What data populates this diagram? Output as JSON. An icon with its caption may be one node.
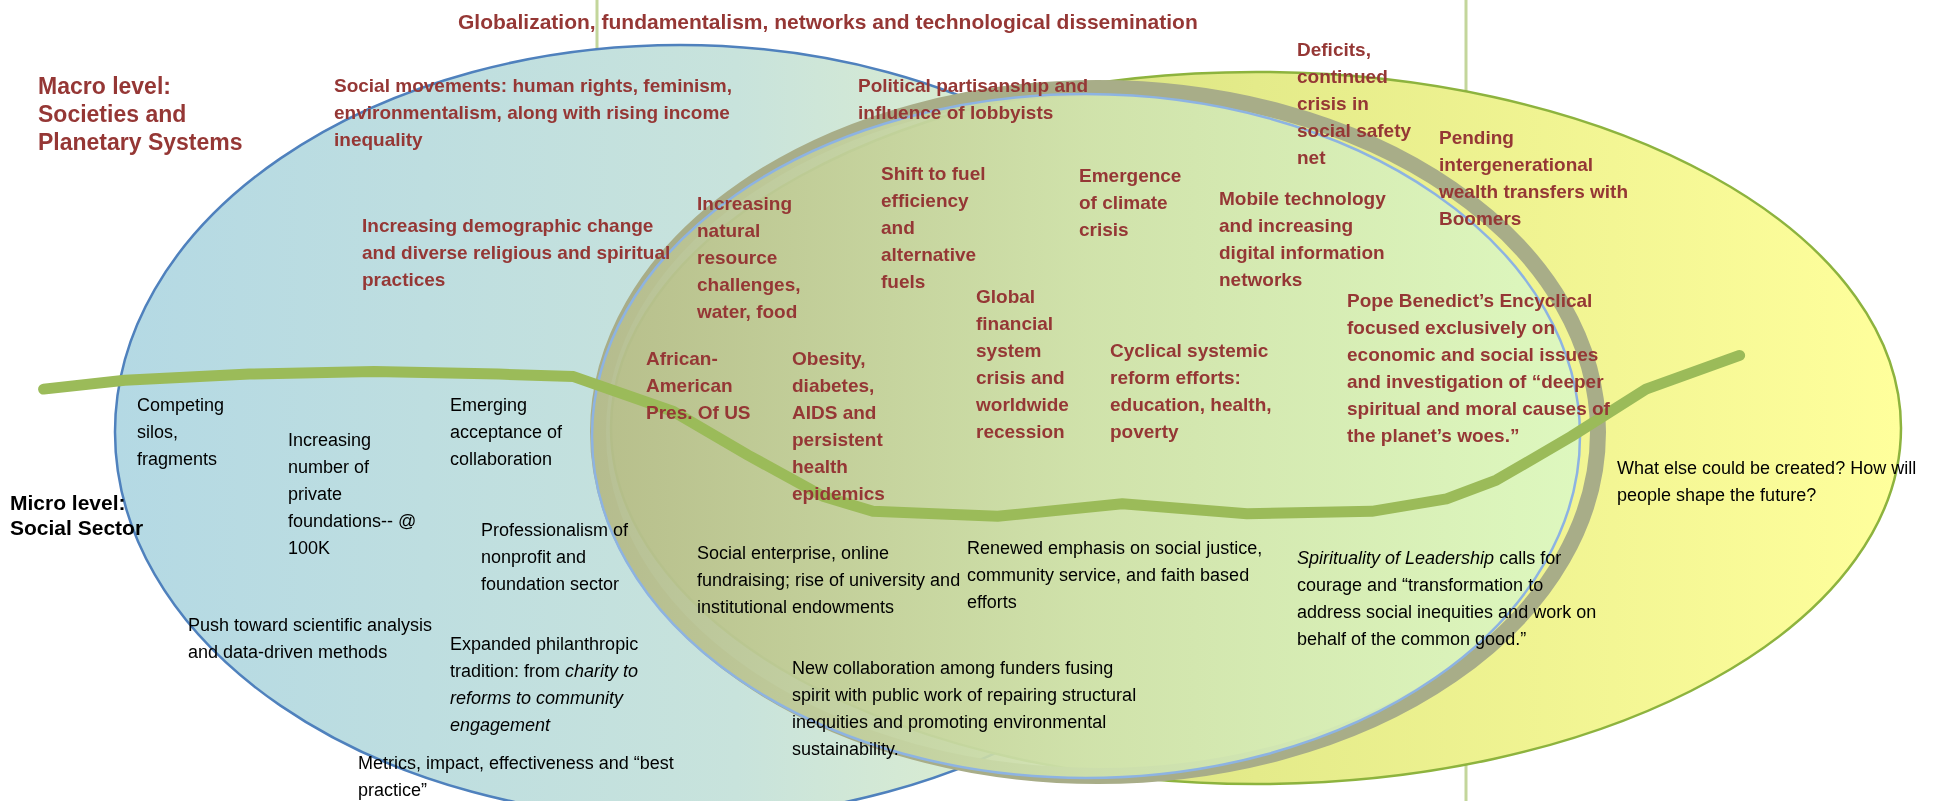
{
  "diagram": {
    "title": "Globalization, fundamentalism, networks and technological dissemination",
    "labels": [
      "Macro level: Societies and Planetary Systems",
      "Social movements: human rights, feminism, environmentalism, along with rising income inequality",
      "Political partisanship and influence of lobbyists",
      "Deficits, continued crisis in social safety net",
      "Pending intergenerational wealth transfers with Boomers",
      "Shift to fuel efficiency and alternative fuels",
      "Emergence of climate crisis",
      "Increasing natural resource challenges, water, food",
      "Increasing demographic change and diverse religious and spiritual practices",
      "Mobile technology and increasing digital information networks",
      "Global financial system crisis and worldwide recession",
      "Pope Benedict’s Encyclical focused exclusively on economic and social issues and investigation of “deeper spiritual and moral causes of the planet’s woes.”",
      "African-American Pres. Of US",
      "Obesity, diabetes, AIDS and persistent health epidemics",
      "Cyclical systemic reform efforts: education, health, poverty",
      "Competing silos, fragments",
      "Emerging acceptance of collaboration",
      "Increasing number of private foundations-- @ 100K",
      "What else could be created? How will people shape the future?",
      "Micro level: Social Sector",
      "Professionalism of nonprofit and foundation sector",
      "Renewed emphasis on social justice, community service, and faith based efforts",
      "Social enterprise, online fundraising; rise of university and institutional endowments",
      "*Spirituality of Leadership* calls for courage and “transformation to address social inequities and work on behalf of the common good.”",
      "Push toward scientific analysis and data-driven methods",
      "Expanded philanthropic tradition: from *charity to reforms to community engagement*",
      "New collaboration among funders fusing spirit with public work of repairing structural inequities and promoting environmental sustainability.",
      "Metrics, impact, effectiveness and “best practice”"
    ]
  }
}
